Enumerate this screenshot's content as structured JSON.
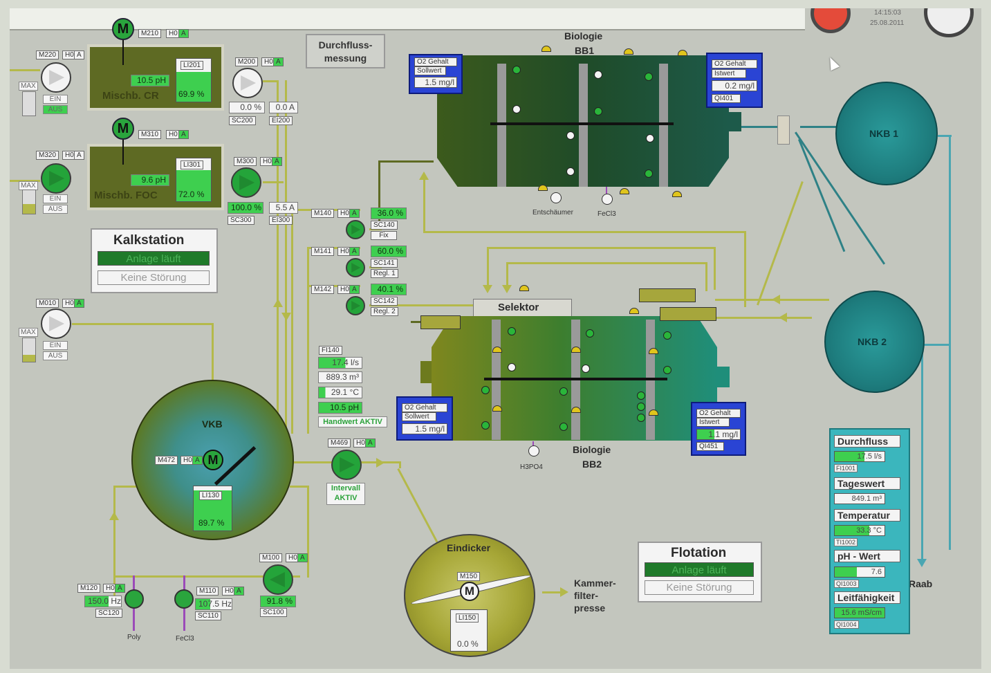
{
  "header": {
    "time": "14:15:03",
    "date": "25.08.2011"
  },
  "mixing_cr": {
    "motor": "M210",
    "motor_state": "H0",
    "motor_flag": "A",
    "title": "Mischb. CR",
    "ph": "10.5 pH",
    "level_tag": "LI201",
    "level": "69.9 %",
    "level_fraction": 0.7,
    "pump": "M220",
    "pump_state": "H0",
    "pump_flag": "A",
    "max": "MAX",
    "ein": "EIN",
    "aus": "AUS",
    "pump2": "M200",
    "pump2_state": "H0",
    "pump2_flag": "A",
    "speed": "0.0 %",
    "current": "0.0 A",
    "speed_tag": "SC200",
    "current_tag": "EI200"
  },
  "mixing_foc": {
    "motor": "M310",
    "motor_state": "H0",
    "motor_flag": "A",
    "title": "Mischb. FOC",
    "ph": "9.6 pH",
    "level_tag": "LI301",
    "level": "72.0 %",
    "level_fraction": 0.72,
    "pump": "M320",
    "pump_state": "H0",
    "pump_flag": "A",
    "max": "MAX",
    "ein": "EIN",
    "aus": "AUS",
    "pump2": "M300",
    "pump2_state": "H0",
    "pump2_flag": "A",
    "speed": "100.0 %",
    "current": "5.5 A",
    "speed_tag": "SC300",
    "current_tag": "EI300"
  },
  "kalkstation": {
    "title": "Kalkstation",
    "status1": "Anlage läuft",
    "status2": "Keine Störung"
  },
  "m010": {
    "name": "M010",
    "state": "H0",
    "flag": "A",
    "max": "MAX",
    "ein": "EIN",
    "aus": "AUS"
  },
  "durchflussmessung": {
    "line1": "Durchfluss-",
    "line2": "messung"
  },
  "dosing": [
    {
      "name": "M140",
      "state": "H0",
      "flag": "A",
      "value": "36.0 %",
      "tag": "SC140",
      "mode": "Fix"
    },
    {
      "name": "M141",
      "state": "H0",
      "flag": "A",
      "value": "60.0 %",
      "tag": "SC141",
      "mode": "Regl. 1"
    },
    {
      "name": "M142",
      "state": "H0",
      "flag": "A",
      "value": "40.1 %",
      "tag": "SC142",
      "mode": "Regl. 2"
    }
  ],
  "fi140": {
    "tag": "FI140",
    "flow": "17.4 l/s",
    "total": "889.3 m³",
    "temp": "29.1 °C",
    "ph": "10.5 pH",
    "mode": "Handwert AKTIV"
  },
  "vkb": {
    "title": "VKB",
    "motor": "M472",
    "motor_state": "H0",
    "motor_flag": "A",
    "level_tag": "LI130",
    "level": "89.7 %",
    "level_fraction": 0.9
  },
  "m469": {
    "name": "M469",
    "state": "H0",
    "flag": "A",
    "mode1": "Intervall",
    "mode2": "AKTIV"
  },
  "m100": {
    "name": "M100",
    "state": "H0",
    "flag": "A",
    "value": "91.8 %",
    "tag": "SC100"
  },
  "m120": {
    "name": "M120",
    "state": "H0",
    "flag": "A",
    "value": "150.0 Hz",
    "tag": "SC120",
    "label": "Poly"
  },
  "m110": {
    "name": "M110",
    "state": "H0",
    "flag": "A",
    "value": "107.5 Hz",
    "tag": "SC110",
    "label": "FeCl3"
  },
  "eindicker": {
    "title": "Eindicker",
    "motor": "M150",
    "level_tag": "LI150",
    "level": "0.0 %"
  },
  "kammerfilterpresse": {
    "line1": "Kammer-",
    "line2": "filter-",
    "line3": "presse"
  },
  "flotation": {
    "title": "Flotation",
    "status1": "Anlage läuft",
    "status2": "Keine Störung"
  },
  "bb1": {
    "title1": "Biologie",
    "title2": "BB1",
    "o2_left": {
      "title": "O2 Gehalt",
      "sub": "Sollwert",
      "value": "1.5 mg/l"
    },
    "o2_right": {
      "title": "O2 Gehalt",
      "sub": "Istwert",
      "value": "0.2 mg/l",
      "tag": "QI401"
    },
    "label_entschaeumer": "Entschäumer",
    "label_fecl3": "FeCl3"
  },
  "bb2": {
    "title1": "Biologie",
    "title2": "BB2",
    "selektor": "Selektor",
    "o2_left": {
      "title": "O2 Gehalt",
      "sub": "Sollwert",
      "value": "1.5 mg/l"
    },
    "o2_right": {
      "title": "O2 Gehalt",
      "sub": "Istwert",
      "value": "1.1 mg/l",
      "tag": "QI451"
    },
    "label_h3po4": "H3PO4"
  },
  "nkb": {
    "nkb1": "NKB 1",
    "nkb2": "NKB 2",
    "raab": "Raab"
  },
  "side_panel": {
    "durchfluss": "Durchfluss",
    "flow": "17.5 l/s",
    "flow_tag": "FI1001",
    "tageswert": "Tageswert",
    "daily": "849.1 m³",
    "temperatur": "Temperatur",
    "temp": "33.3 °C",
    "temp_tag": "TI1002",
    "ph_title": "pH - Wert",
    "ph": "7.6",
    "ph_tag": "QI1003",
    "leitf_title": "Leitfähigkeit",
    "leitf": "15.6 mS/cm",
    "leitf_tag": "QI1004"
  },
  "colors": {
    "pipe": "#b4b94a",
    "water": "#4aa6b2",
    "running": "#3ecf4f",
    "panel_blue": "#2a44d4",
    "clarifier": "#1e7d7e"
  }
}
